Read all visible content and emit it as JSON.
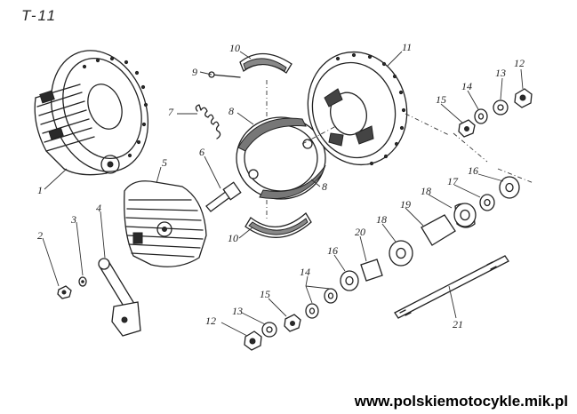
{
  "header": {
    "sheet_code": "T-11"
  },
  "footer": {
    "watermark": "www.polskiemotocykle.mik.pl"
  },
  "callouts": [
    "1",
    "2",
    "3",
    "4",
    "5",
    "6",
    "7",
    "8",
    "8",
    "9",
    "10",
    "10",
    "11",
    "12",
    "12",
    "13",
    "13",
    "14",
    "14",
    "15",
    "15",
    "16",
    "16",
    "17",
    "18",
    "18",
    "19",
    "20",
    "21"
  ]
}
